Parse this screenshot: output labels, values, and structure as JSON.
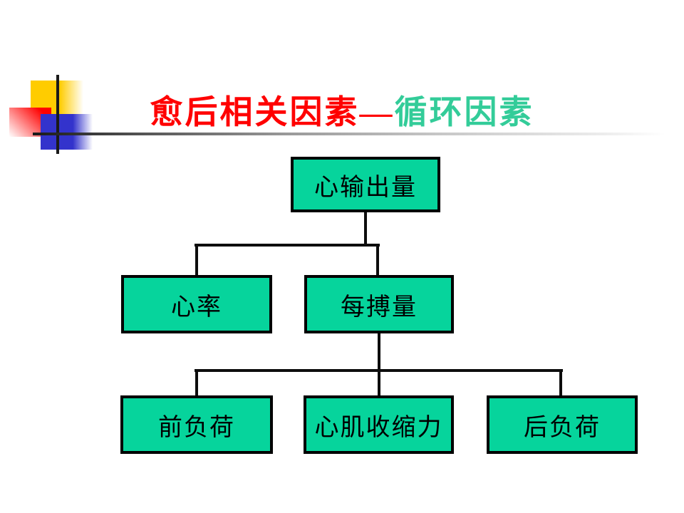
{
  "slide": {
    "title": {
      "red_part": "愈后相关因素—",
      "green_part": "循环因素",
      "red_color": "#FF0000",
      "green_color": "#33CC99"
    },
    "decoration": {
      "yellow_square_color": "#FFCC00",
      "red_square_color": "#FF0000",
      "blue_square_color": "#3333CC",
      "line_color": "#1A1A1A",
      "divider_gradient": [
        "#1A1A1A",
        "#FFFFFF"
      ]
    },
    "diagram": {
      "type": "hierarchy",
      "node_fill": "#06D49C",
      "node_border": "#000000",
      "nodes": {
        "cardiac_output": "心输出量",
        "heart_rate": "心率",
        "stroke_volume": "每搏量",
        "preload": "前负荷",
        "contractility": "心肌收缩力",
        "afterload": "后负荷"
      },
      "edges": [
        {
          "from": "心输出量",
          "to": "心率"
        },
        {
          "from": "心输出量",
          "to": "每搏量"
        },
        {
          "from": "每搏量",
          "to": "前负荷"
        },
        {
          "from": "每搏量",
          "to": "心肌收缩力"
        },
        {
          "from": "每搏量",
          "to": "后负荷"
        }
      ]
    }
  }
}
